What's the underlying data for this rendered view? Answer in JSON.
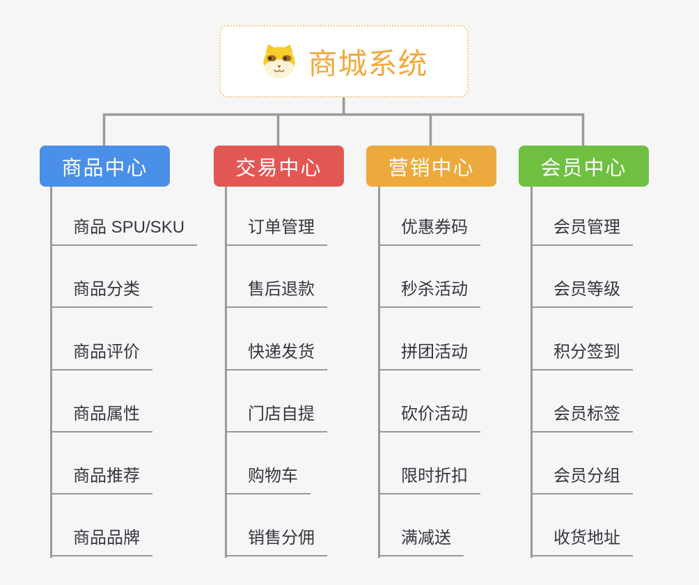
{
  "root": {
    "title": "商城系统",
    "icon": "dog-icon"
  },
  "theme": {
    "background": "#f6f6f7",
    "connector_line": "#9a9a9a",
    "item_underline": "#96989a",
    "item_text": "#33373d",
    "root_text": "#f2a93e",
    "root_border": "#f2c888"
  },
  "branches": [
    {
      "label": "商品中心",
      "color": "#4a8fe8",
      "items": [
        "商品 SPU/SKU",
        "商品分类",
        "商品评价",
        "商品属性",
        "商品推荐",
        "商品品牌"
      ]
    },
    {
      "label": "交易中心",
      "color": "#e25754",
      "items": [
        "订单管理",
        "售后退款",
        "快递发货",
        "门店自提",
        "购物车",
        "销售分佣"
      ]
    },
    {
      "label": "营销中心",
      "color": "#ecaa3d",
      "items": [
        "优惠券码",
        "秒杀活动",
        "拼团活动",
        "砍价活动",
        "限时折扣",
        "满减送"
      ]
    },
    {
      "label": "会员中心",
      "color": "#6fc041",
      "items": [
        "会员管理",
        "会员等级",
        "积分签到",
        "会员标签",
        "会员分组",
        "收货地址"
      ]
    }
  ]
}
